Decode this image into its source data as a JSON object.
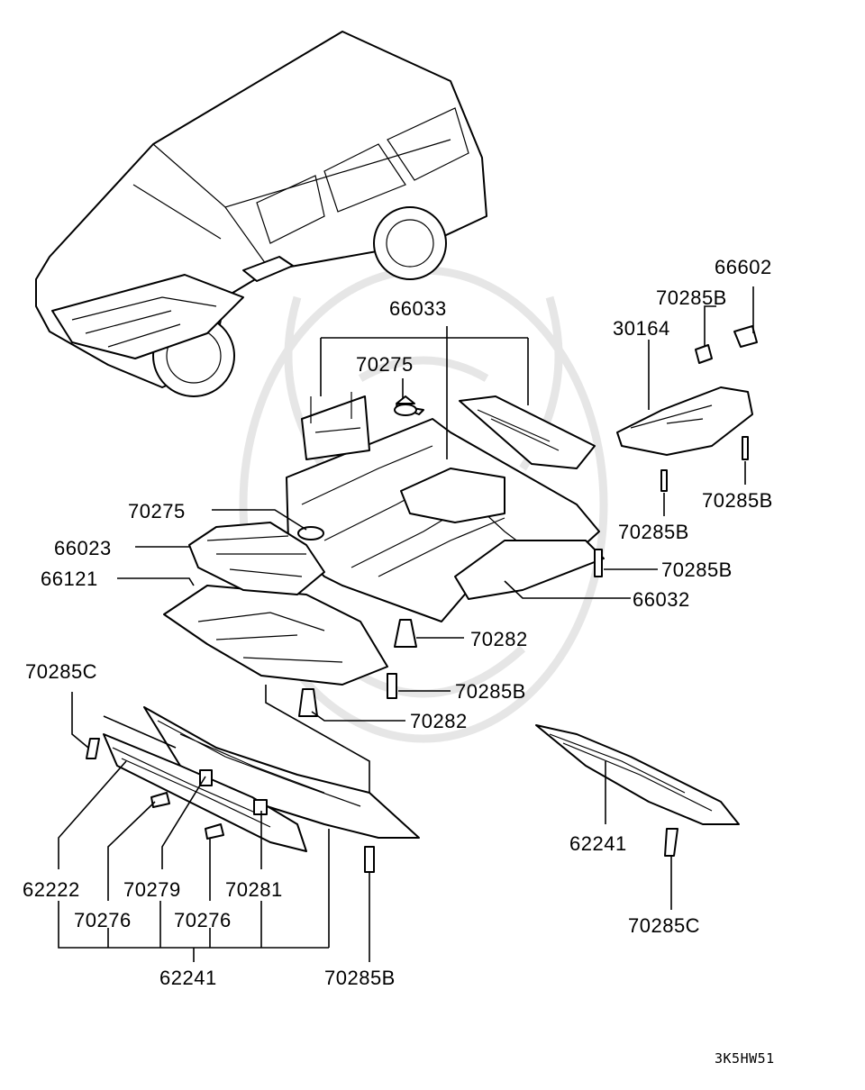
{
  "diagram": {
    "labels": [
      "66602",
      "70285B",
      "30164",
      "70285B",
      "70285B",
      "66033",
      "70275",
      "70275",
      "66023",
      "66121",
      "70285B",
      "66032",
      "70282",
      "70285B",
      "70282",
      "70285C",
      "62222",
      "70279",
      "70281",
      "70276",
      "70276",
      "62241",
      "70285B",
      "62241",
      "70285C"
    ],
    "drawing_code": "3K5HW51"
  }
}
